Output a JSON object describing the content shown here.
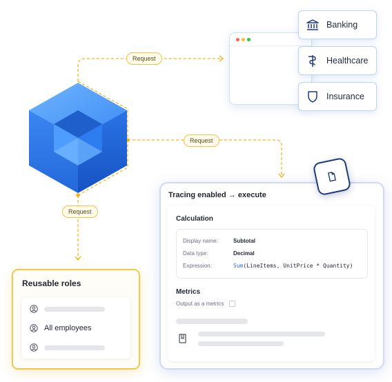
{
  "connectors": {
    "label_top": "Request",
    "label_middle": "Request",
    "label_bottom": "Request"
  },
  "industries": [
    {
      "label": "Banking",
      "icon": "bank-icon"
    },
    {
      "label": "Healthcare",
      "icon": "caduceus-icon"
    },
    {
      "label": "Insurance",
      "icon": "shield-icon"
    }
  ],
  "roles_card": {
    "title": "Reusable roles",
    "rows": [
      {
        "label": "",
        "icon": "user-icon"
      },
      {
        "label": "All employees",
        "icon": "user-icon"
      },
      {
        "label": "",
        "icon": "user-icon"
      }
    ]
  },
  "trace_card": {
    "title": "Tracing enabled → execute",
    "calculation": {
      "heading": "Calculation",
      "fields": [
        {
          "key": "Display name:",
          "value": "Subtotal"
        },
        {
          "key": "Data type:",
          "value": "Decimal"
        },
        {
          "key": "Expression:",
          "fn": "Sum",
          "args": "(LineItems, UnitPrice * Quantity)"
        }
      ]
    },
    "metrics": {
      "heading": "Metrics",
      "checkbox_label": "Output as a metrics"
    }
  },
  "colors": {
    "connector": "#f2b51d",
    "cube_top": "#5aa6ff",
    "cube_left": "#2e78e8",
    "cube_right": "#1a5fd1",
    "accent_blue": "#2f6fe0",
    "roles_border": "#f2c84b",
    "trace_border": "#cfd8f5"
  }
}
